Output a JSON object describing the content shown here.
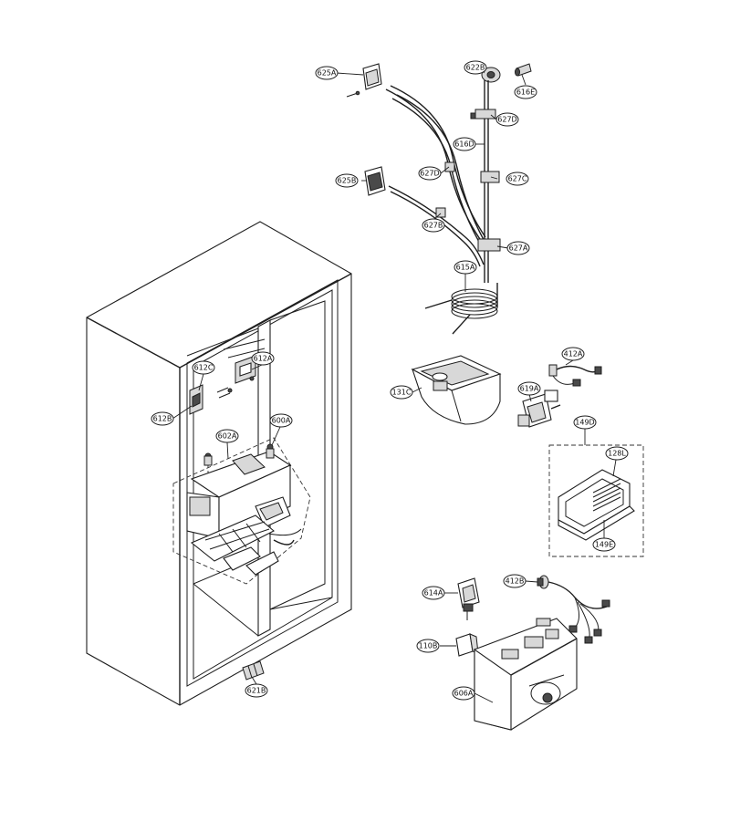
{
  "parts": {
    "p625A": "625A",
    "p622B": "622B",
    "p616E": "616E",
    "p627D_top": "627D",
    "p616D": "616D",
    "p625B": "625B",
    "p627D_mid": "627D",
    "p627C": "627C",
    "p627B": "627B",
    "p627A": "627A",
    "p615A": "615A",
    "p612A": "612A",
    "p612C": "612C",
    "p612B": "612B",
    "p600A": "600A",
    "p602A": "602A",
    "p131C": "131C",
    "p412A": "412A",
    "p619A": "619A",
    "p149D": "149D",
    "p128L": "128L",
    "p149E": "149E",
    "p412B": "412B",
    "p614A": "614A",
    "p110B": "110B",
    "p606A": "606A",
    "p621B": "621B"
  }
}
